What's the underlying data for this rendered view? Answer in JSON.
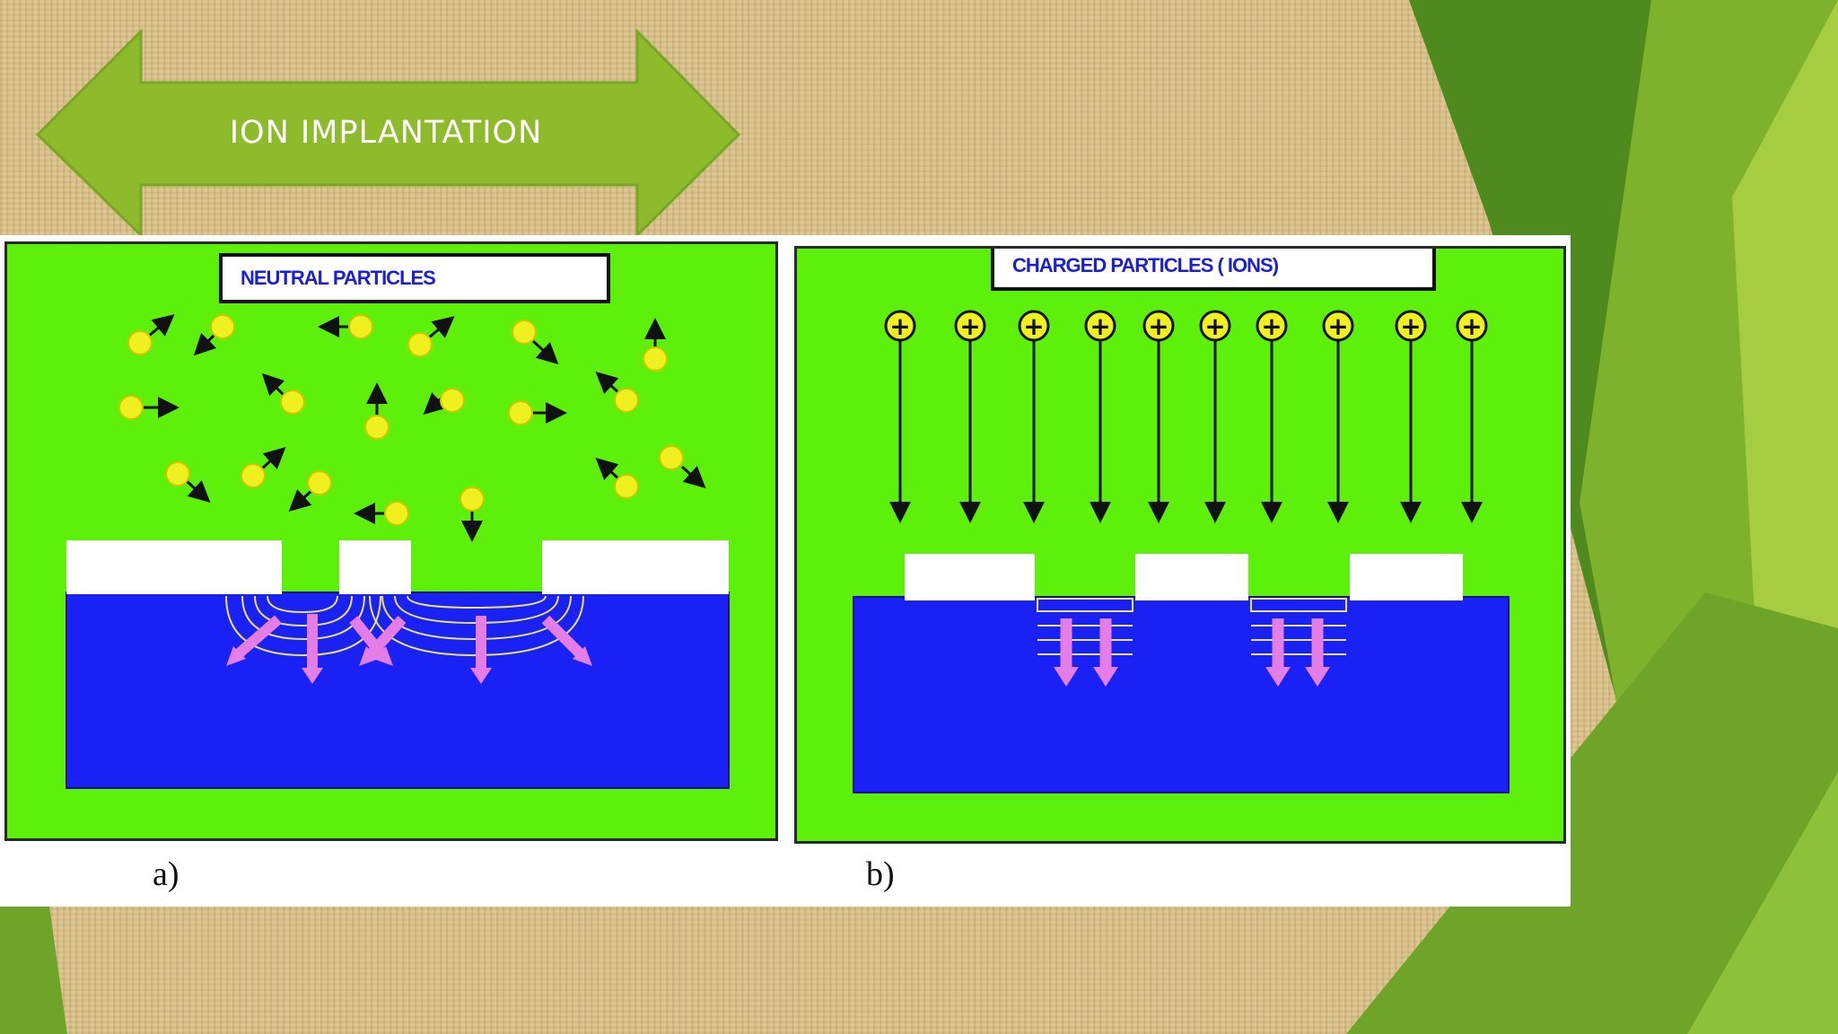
{
  "slide": {
    "title": "ION IMPLANTATION",
    "colors": {
      "banner_green": "#8dbb2c",
      "panel_green": "#5cf00a",
      "substrate_blue": "#1a21f5",
      "mask_white": "#ffffff",
      "implant_arrow": "#e47de6",
      "particle_yellow": "#f0f020",
      "accent_green_dark": "#4f8a1e",
      "accent_green_light": "#a6cc42"
    }
  },
  "figure": {
    "panel_a": {
      "title": "NEUTRAL PARTICLES",
      "caption": "a)"
    },
    "panel_b": {
      "title": "CHARGED PARTICLES ( IONS)",
      "caption": "b)",
      "ion_symbol": "+"
    }
  }
}
